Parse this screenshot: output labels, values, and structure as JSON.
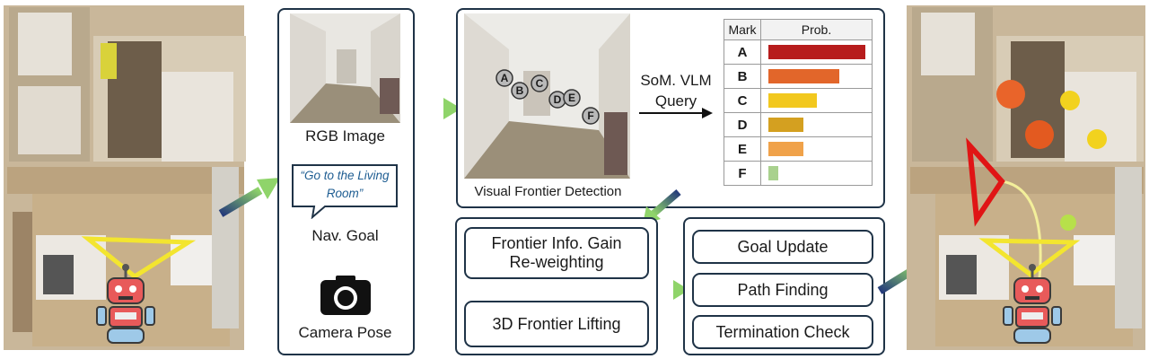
{
  "rgb_panel": {
    "rgb_label": "RGB Image",
    "goal_text": "“Go to the Living Room”",
    "goal_label": "Nav. Goal",
    "camera_label": "Camera Pose"
  },
  "detection_panel": {
    "detection_label": "Visual Frontier Detection",
    "query_label": "SoM. VLM Query",
    "frontier_marks": [
      "A",
      "B",
      "C",
      "D",
      "E",
      "F"
    ]
  },
  "prob_table": {
    "headers": [
      "Mark",
      "Prob."
    ],
    "rows": [
      {
        "mark": "A",
        "value": 1.0,
        "color": "#b71c1c"
      },
      {
        "mark": "B",
        "value": 0.73,
        "color": "#e2662a"
      },
      {
        "mark": "C",
        "value": 0.5,
        "color": "#f2c81e"
      },
      {
        "mark": "D",
        "value": 0.36,
        "color": "#d4a020"
      },
      {
        "mark": "E",
        "value": 0.36,
        "color": "#f0a24a"
      },
      {
        "mark": "F",
        "value": 0.1,
        "color": "#a9d18e"
      }
    ]
  },
  "frontier_panel": {
    "info_gain": "Frontier Info. Gain Re-weighting",
    "lifting": "3D Frontier Lifting"
  },
  "planner_panel": {
    "goal_update": "Goal Update",
    "path_finding": "Path Finding",
    "termination": "Termination Check"
  }
}
